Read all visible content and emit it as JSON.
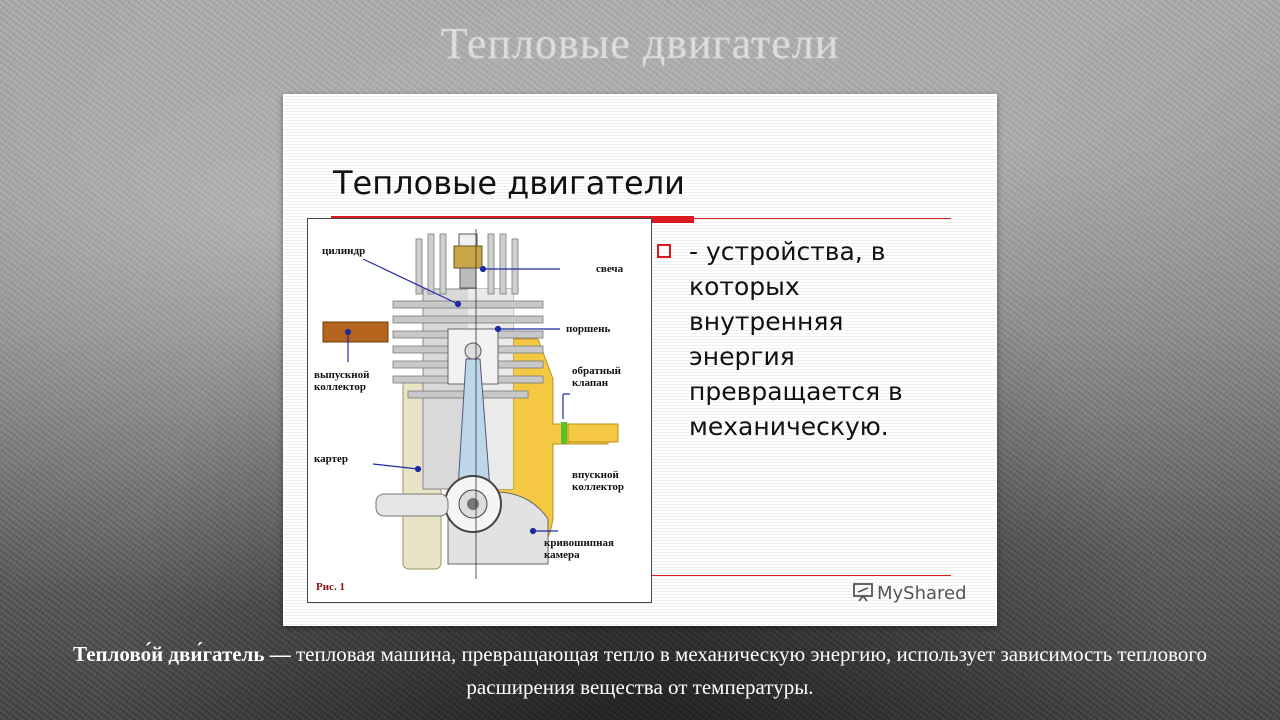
{
  "slide": {
    "title": "Тепловые двигатели"
  },
  "inner_slide": {
    "title": "Тепловые двигатели",
    "bullet": " -  устройства, в\nкоторых\nвнутренняя\nэнергия\nпревращается в\nмеханическую.",
    "watermark": "MyShared",
    "figure": {
      "labels": {
        "cylinder": "цилиндр",
        "spark_plug": "свеча",
        "piston": "поршень",
        "exhaust_1": "выпускной",
        "exhaust_2": "коллектор",
        "check_valve_1": "обратный",
        "check_valve_2": "клапан",
        "crankcase": "картер",
        "intake_1": "впускной",
        "intake_2": "коллектор",
        "crank_chamber_1": "кривошипная",
        "crank_chamber_2": "камера",
        "fig_caption": "Рис. 1"
      }
    }
  },
  "caption": {
    "term": "Теплово́й дви́гатель",
    "dash": " — ",
    "definition": "тепловая машина, превращающая тепло в механическую энергию, использует зависимость теплового расширения вещества от температуры."
  }
}
